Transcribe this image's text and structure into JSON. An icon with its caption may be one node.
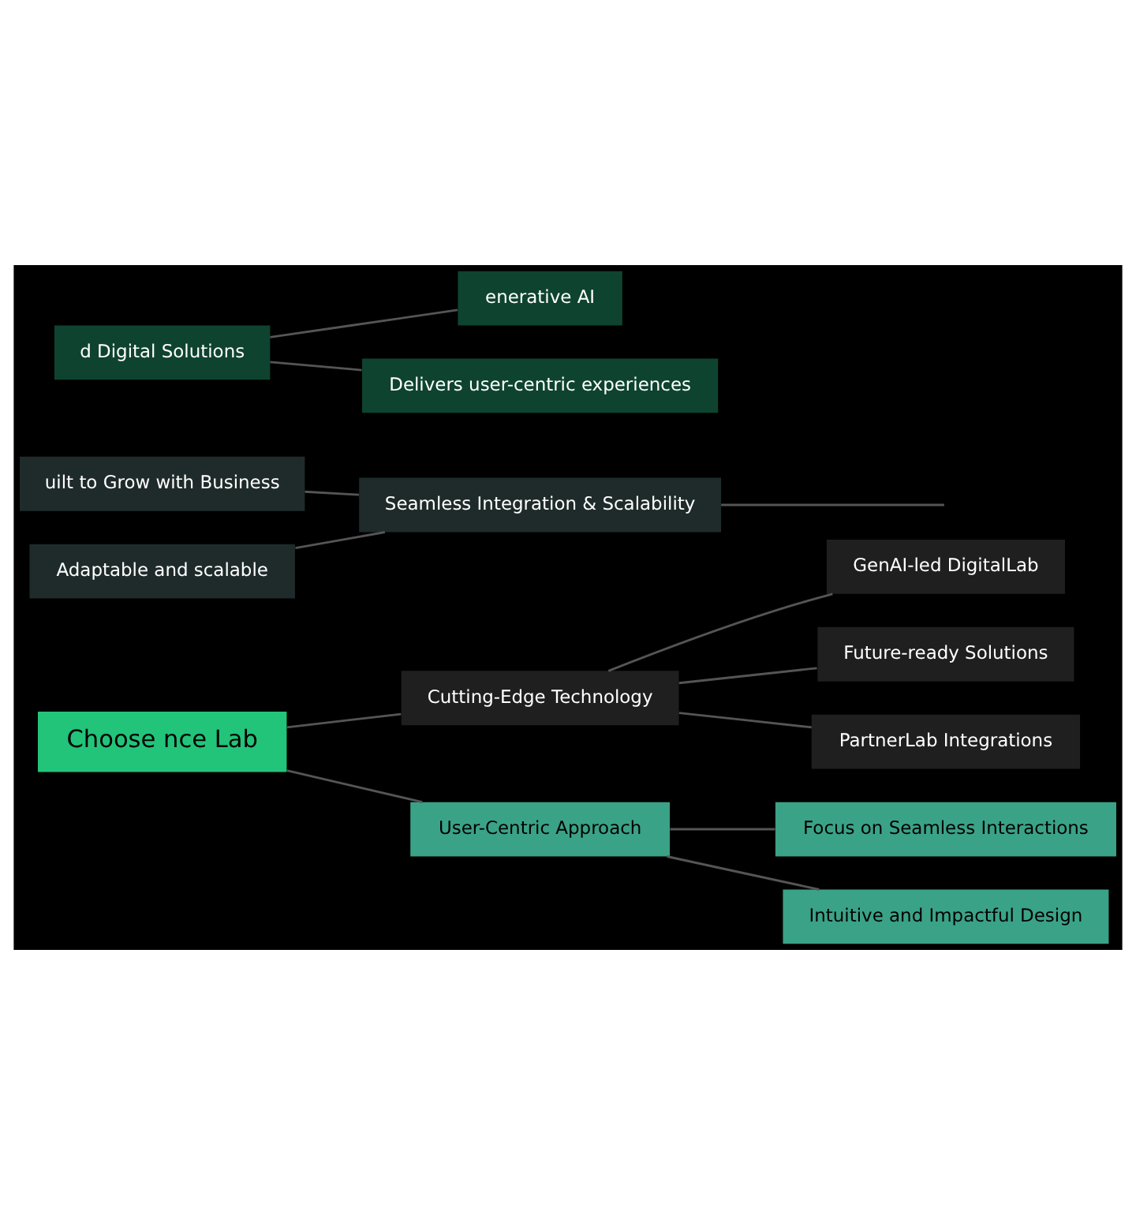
{
  "diagram": {
    "nodes": [
      {
        "text": [
          "Choose nce Lab"
        ]
      },
      {
        "text": [
          "uilt to Grow with Business"
        ]
      },
      {
        "text": [
          "Adaptable and scalable"
        ]
      },
      {
        "text": [
          "Seamless Integration & Scalability"
        ]
      },
      {
        "text": [
          "GenAI-led DigitalLab"
        ]
      },
      {
        "text": [
          "Cutting-Edge Technology"
        ]
      },
      {
        "text": [
          "Future-ready Solutions"
        ]
      },
      {
        "text": [
          "PartnerLab Integrations"
        ]
      },
      {
        "text": [
          "User-Centric Approach"
        ]
      },
      {
        "text": [
          "Focus on Seamless Interactions"
        ]
      },
      {
        "text": [
          "Intuitive and Impactful Design"
        ]
      },
      {
        "text": [
          "d Digital Solutions"
        ]
      },
      {
        "text": [
          "enerative AI"
        ]
      },
      {
        "text": [
          "Delivers user-centric experiences"
        ]
      }
    ],
    "edges": [
      {
        "from": 1,
        "to": 3,
        "arrow": "none"
      },
      {
        "from": 2,
        "to": 3,
        "arrow": "none"
      },
      {
        "from": 3,
        "to": null,
        "arrow": "none"
      },
      {
        "from": 0,
        "to": 5,
        "arrow": "none"
      },
      {
        "from": 5,
        "to": 4,
        "arrow": "none"
      },
      {
        "from": 5,
        "to": 6,
        "arrow": "none"
      },
      {
        "from": 5,
        "to": 7,
        "arrow": "none"
      },
      {
        "from": 0,
        "to": 8,
        "arrow": "none"
      },
      {
        "from": 8,
        "to": 9,
        "arrow": "none"
      },
      {
        "from": 8,
        "to": 10,
        "arrow": "none"
      },
      {
        "from": 11,
        "to": 12,
        "arrow": "none"
      },
      {
        "from": 11,
        "to": 13,
        "arrow": "none"
      }
    ]
  }
}
